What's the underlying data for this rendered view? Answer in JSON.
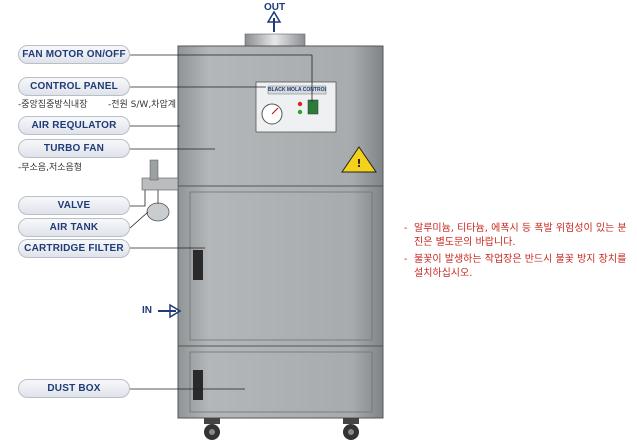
{
  "labels": [
    {
      "id": "fan-motor",
      "text": "FAN MOTOR ON/OFF"
    },
    {
      "id": "control-panel",
      "text": "CONTROL PANEL"
    },
    {
      "id": "air-regulator",
      "text": "AIR REQULATOR"
    },
    {
      "id": "turbo-fan",
      "text": "TURBO FAN"
    },
    {
      "id": "valve",
      "text": "VALVE"
    },
    {
      "id": "air-tank",
      "text": "AIR TANK"
    },
    {
      "id": "cartridge-filter",
      "text": "CARTRIDGE FILTER"
    },
    {
      "id": "dust-box",
      "text": "DUST BOX"
    }
  ],
  "sublabels": {
    "control_panel_a": "-중앙집중방식내장",
    "control_panel_b": "-전원 S/W,차압계",
    "turbo_fan": "-무소음,저소음형"
  },
  "flow": {
    "out": "OUT",
    "in": "IN"
  },
  "panel_text": {
    "brand": "BLACK MOLA CONTROLLER"
  },
  "notes": [
    "알루미늄, 티타늄, 에폭시 등 폭발 위험성이 있는 분진은 별도문의 바랍니다.",
    "불꽃이 발생하는 작업장은 반드시 불꽃 방지 장치를 설치하십시오."
  ],
  "colors": {
    "label_text": "#1f3b78",
    "note_text": "#c8271f",
    "cabinet": "#a9adaf"
  }
}
